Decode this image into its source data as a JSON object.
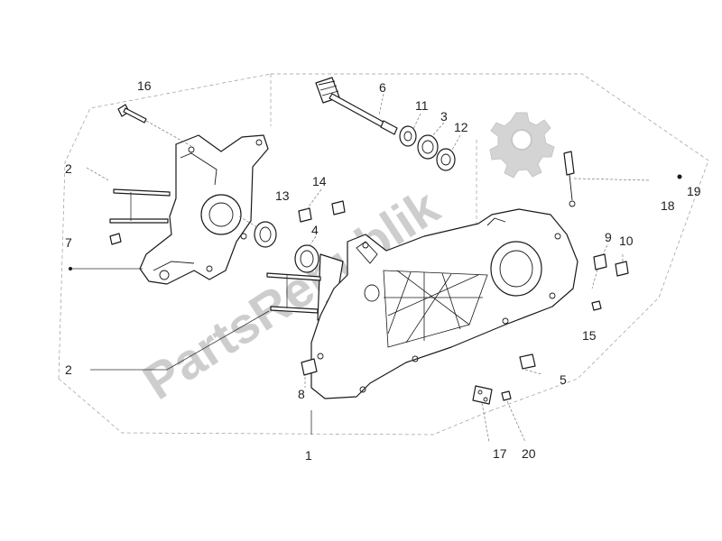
{
  "diagram": {
    "watermark": {
      "text": "PartsRepublik",
      "color": "#c8c8c8",
      "icon": "gear-icon"
    },
    "callouts": [
      {
        "id": "c1",
        "label": "1"
      },
      {
        "id": "c2a",
        "label": "2"
      },
      {
        "id": "c2b",
        "label": "2"
      },
      {
        "id": "c3",
        "label": "3"
      },
      {
        "id": "c4",
        "label": "4"
      },
      {
        "id": "c5",
        "label": "5"
      },
      {
        "id": "c6",
        "label": "6"
      },
      {
        "id": "c7",
        "label": "7"
      },
      {
        "id": "c8",
        "label": "8"
      },
      {
        "id": "c9",
        "label": "9"
      },
      {
        "id": "c10",
        "label": "10"
      },
      {
        "id": "c11",
        "label": "11"
      },
      {
        "id": "c12",
        "label": "12"
      },
      {
        "id": "c13",
        "label": "13"
      },
      {
        "id": "c14",
        "label": "14"
      },
      {
        "id": "c15",
        "label": "15"
      },
      {
        "id": "c16",
        "label": "16"
      },
      {
        "id": "c17",
        "label": "17"
      },
      {
        "id": "c18",
        "label": "18"
      },
      {
        "id": "c19",
        "label": "19"
      },
      {
        "id": "c20",
        "label": "20"
      }
    ]
  }
}
